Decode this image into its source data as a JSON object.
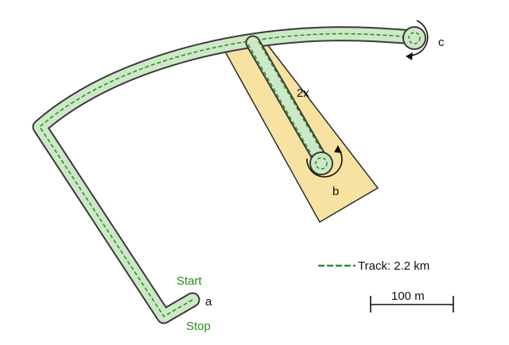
{
  "labels": {
    "start": "Start",
    "stop": "Stop",
    "a": "a",
    "b": "b",
    "c": "c",
    "repeat": "2x"
  },
  "legend": {
    "track_label": "Track: 2.2 km",
    "scale_label": "100 m"
  },
  "colors": {
    "track_fill": "#cde8c6",
    "track_outline": "#3a3a3a",
    "track_dash": "#2f8f2f",
    "area_fill": "#f8e2a2",
    "area_outline": "#2a2a2a",
    "start_stop_text": "#2a8a1e"
  },
  "icons": {
    "turn_arrow_b": "curved-arrow-counterclockwise-icon",
    "turn_arrow_c": "curved-arrow-clockwise-icon"
  }
}
